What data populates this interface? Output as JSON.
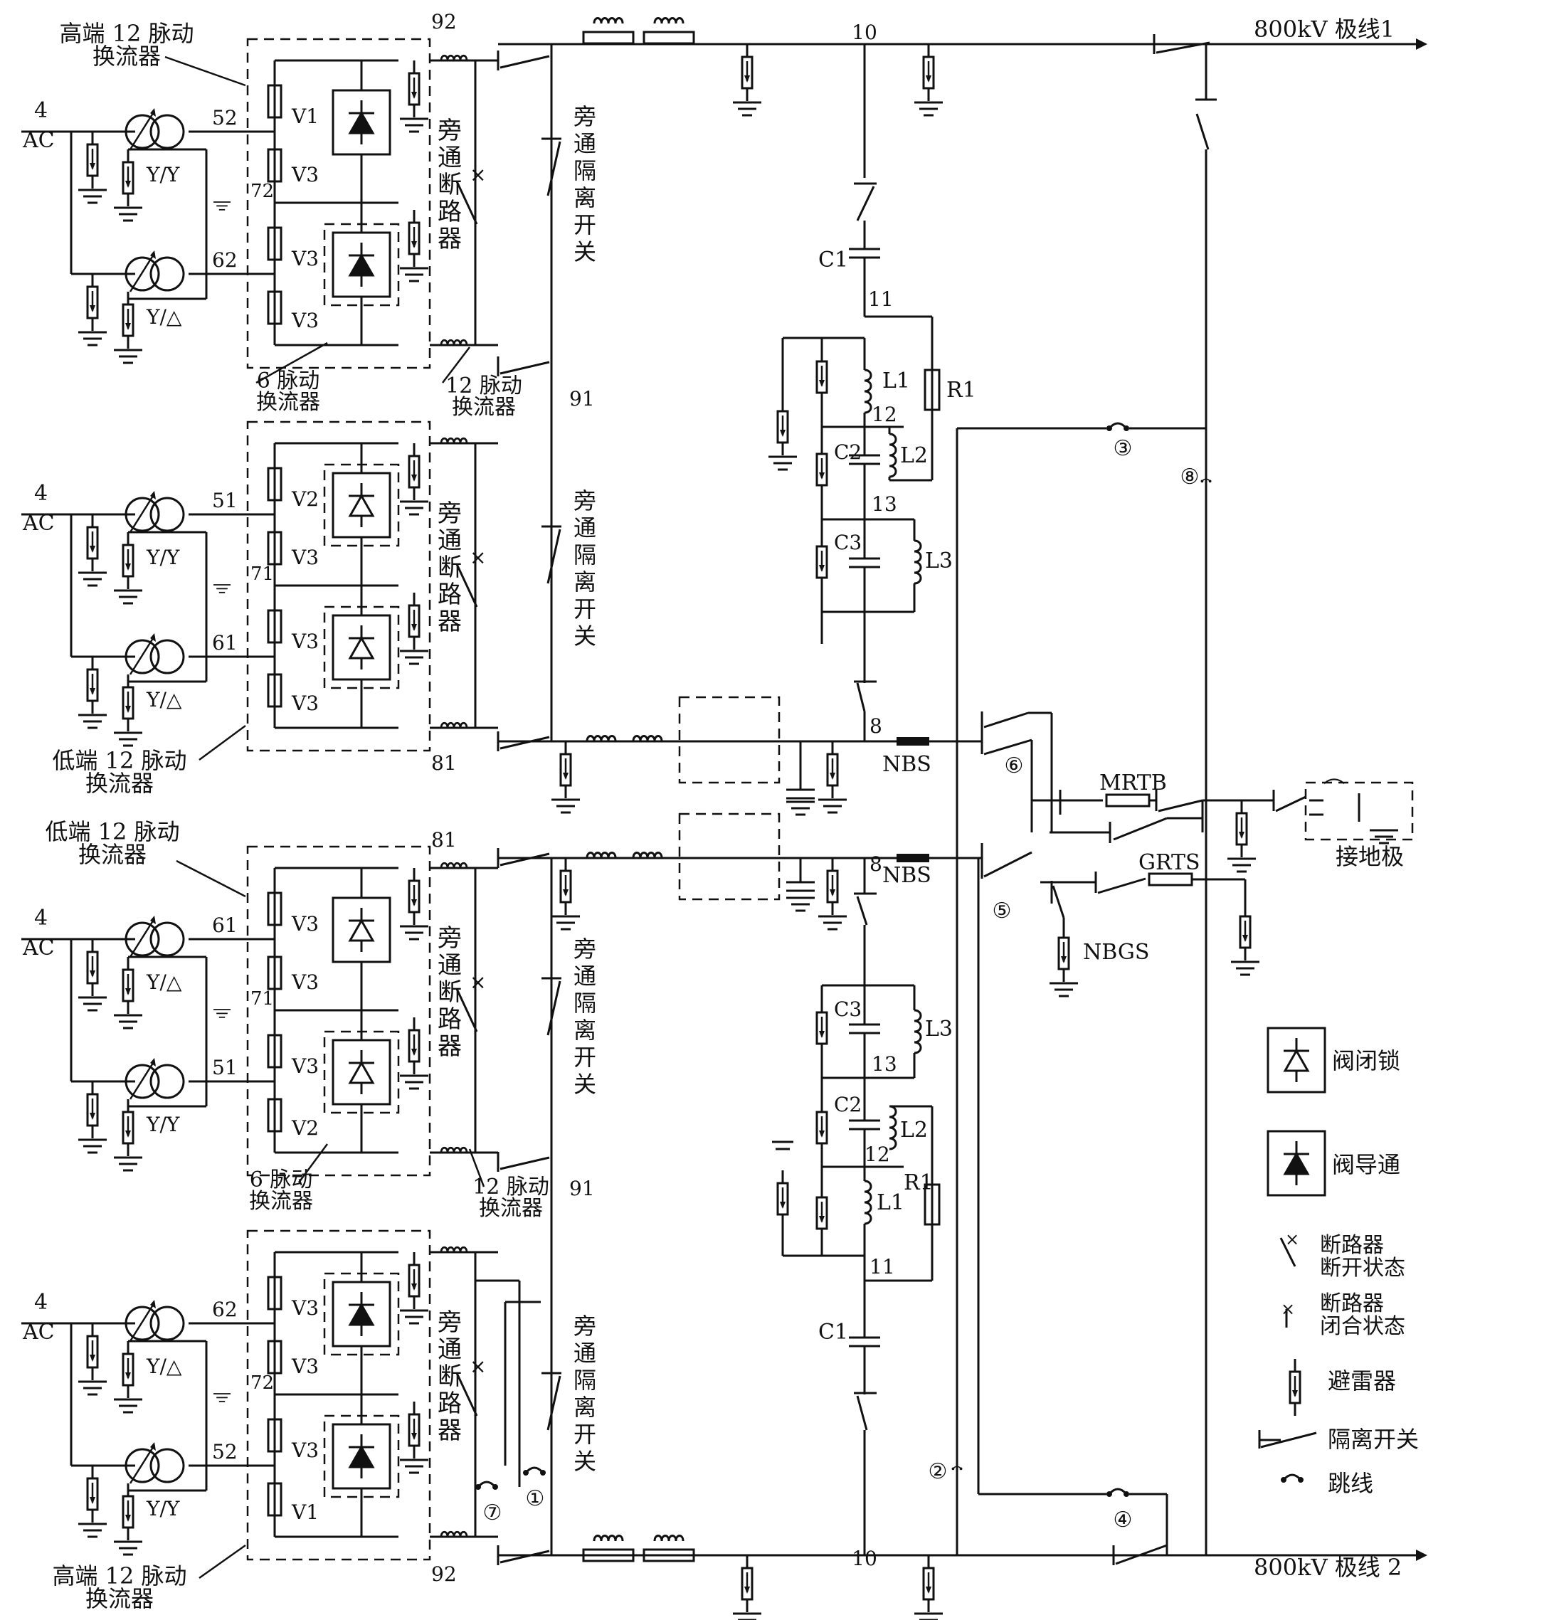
{
  "converters": {
    "high_top": [
      "高端 12 脉动",
      "换流器"
    ],
    "low_top": [
      "低端 12 脉动",
      "换流器"
    ],
    "low_bottom": [
      "低端 12 脉动",
      "换流器"
    ],
    "high_bottom": [
      "高端 12 脉动",
      "换流器"
    ],
    "six_pulse": [
      "6 脉动",
      "换流器"
    ],
    "twelve_pulse": [
      "12 脉动",
      "换流器"
    ]
  },
  "ac": {
    "num": "4",
    "label": "AC"
  },
  "transformers": {
    "yy": "Y/Y",
    "yd": "Y/△"
  },
  "valves": {
    "v1": "V1",
    "v2": "V2",
    "v3": "V3"
  },
  "nodes": {
    "n10": "10",
    "n11": "11",
    "n12": "12",
    "n13": "13",
    "n51": "51",
    "n52": "52",
    "n61": "61",
    "n62": "62",
    "n71": "71",
    "n72": "72",
    "n81": "81",
    "n91": "91",
    "n92": "92",
    "n8": "8"
  },
  "components": {
    "c1": "C1",
    "c2": "C2",
    "c3": "C3",
    "l1": "L1",
    "l2": "L2",
    "l3": "L3",
    "r1": "R1",
    "nbs": "NBS",
    "mrtb": "MRTB",
    "grts": "GRTS",
    "nbgs": "NBGS"
  },
  "bypass_breaker": [
    "旁",
    "通",
    "断",
    "路",
    "器"
  ],
  "bypass_switch": [
    "旁",
    "通",
    "隔",
    "离",
    "开",
    "关"
  ],
  "poles": {
    "pole1": "800kV 极线1",
    "pole2": "800kV 极线 2"
  },
  "ground_electrode": "接地极",
  "jumpers": {
    "j1": "①",
    "j2": "②",
    "j3": "③",
    "j4": "④",
    "j5": "⑤",
    "j6": "⑥",
    "j7": "⑦",
    "j8": "⑧"
  },
  "legend": {
    "valve_blocked": "阀闭锁",
    "valve_conducting": "阀导通",
    "breaker_open": [
      "断路器",
      "断开状态"
    ],
    "breaker_closed": [
      "断路器",
      "闭合状态"
    ],
    "arrester": "避雷器",
    "disconnector": "隔离开关",
    "jumper": "跳线"
  }
}
